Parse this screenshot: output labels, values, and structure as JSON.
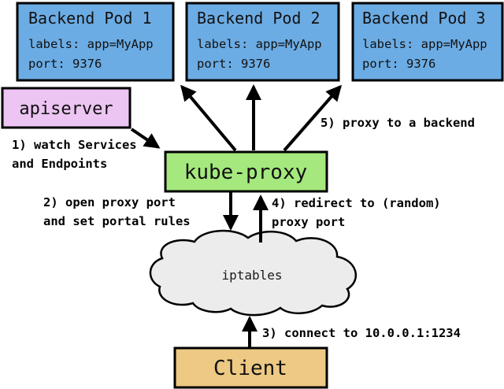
{
  "diagram": {
    "pods": [
      {
        "title": "Backend Pod 1",
        "labels": "labels: app=MyApp",
        "port": "port: 9376"
      },
      {
        "title": "Backend Pod 2",
        "labels": "labels: app=MyApp",
        "port": "port: 9376"
      },
      {
        "title": "Backend Pod 3",
        "labels": "labels: app=MyApp",
        "port": "port: 9376"
      }
    ],
    "apiserver": {
      "label": "apiserver"
    },
    "kube_proxy": {
      "label": "kube-proxy"
    },
    "iptables": {
      "label": "iptables"
    },
    "client": {
      "label": "Client"
    },
    "annotations": {
      "step1_line1": "1) watch Services",
      "step1_line2": "and Endpoints",
      "step2_line1": "2) open proxy port",
      "step2_line2": "and set portal rules",
      "step3": "3) connect to 10.0.0.1:1234",
      "step4_line1": "4) redirect to (random)",
      "step4_line2": "proxy port",
      "step5": "5) proxy to a backend"
    },
    "colors": {
      "pod_fill": "#6CACE4",
      "apiserver_fill": "#ECC5F3",
      "kube_proxy_fill": "#A5E87D",
      "client_fill": "#EDC983",
      "cloud_fill": "#ECECEC",
      "stroke": "#000000",
      "background": "#FFFFFF"
    }
  }
}
